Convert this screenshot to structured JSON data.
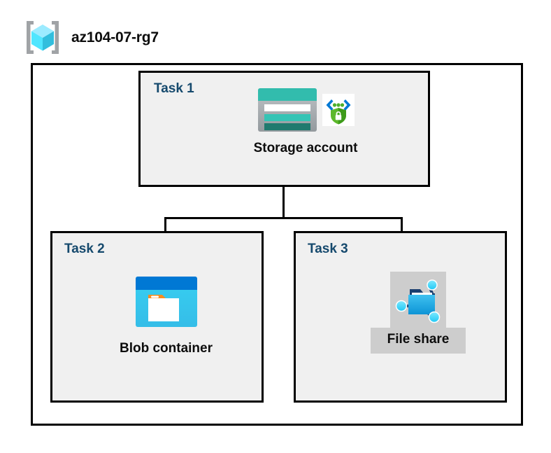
{
  "diagram": {
    "resource_group": {
      "icon": "azure-resource-group-icon",
      "title": "az104-07-rg7"
    },
    "tasks": [
      {
        "id": "task-1",
        "label": "Task 1",
        "node": {
          "caption": "Storage account",
          "icons": [
            "storage-account-icon",
            "secure-endpoint-shield-icon"
          ],
          "highlighted": false
        }
      },
      {
        "id": "task-2",
        "label": "Task 2",
        "node": {
          "caption": "Blob container",
          "icons": [
            "blob-container-icon"
          ],
          "highlighted": false
        }
      },
      {
        "id": "task-3",
        "label": "Task 3",
        "node": {
          "caption": "File share",
          "icons": [
            "file-share-icon"
          ],
          "highlighted": true
        }
      }
    ],
    "connections": [
      {
        "from": "Storage account",
        "to": "Blob container"
      },
      {
        "from": "Storage account",
        "to": "File share"
      }
    ],
    "colors": {
      "task_label": "#15496D",
      "caption_text": "#0D0D0D",
      "box_fill": "#F0F0F0",
      "box_border": "#000000",
      "canvas": "#FFFFFF",
      "highlight_plate": "#CDCDCD",
      "storage_teal": "#32BCAD",
      "storage_dark_teal": "#1F7A6E",
      "blob_blue": "#0078D4",
      "blob_cyan": "#32C5F4",
      "blob_orange": "#F78D934",
      "fileshare_blue": "#32B0E7",
      "shield_green": "#4CAF2A",
      "bracket_gray": "#A0A3A6",
      "cube_cyan": "#50E6FF"
    }
  }
}
